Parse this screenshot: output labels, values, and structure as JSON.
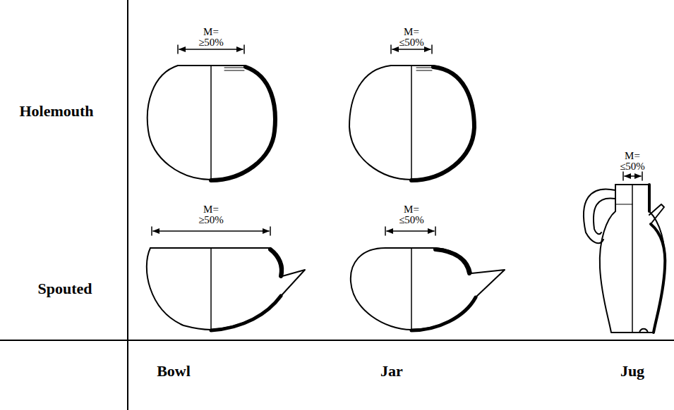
{
  "diagram": {
    "labels": [
      "M=",
      "≥50%",
      "M=",
      "≤50%",
      "Holemouth",
      "M=",
      "≤50%",
      "M=",
      "≥50%",
      "M=",
      "≤50%",
      "Spouted",
      "Bowl",
      "Jar",
      "Jug"
    ]
  }
}
